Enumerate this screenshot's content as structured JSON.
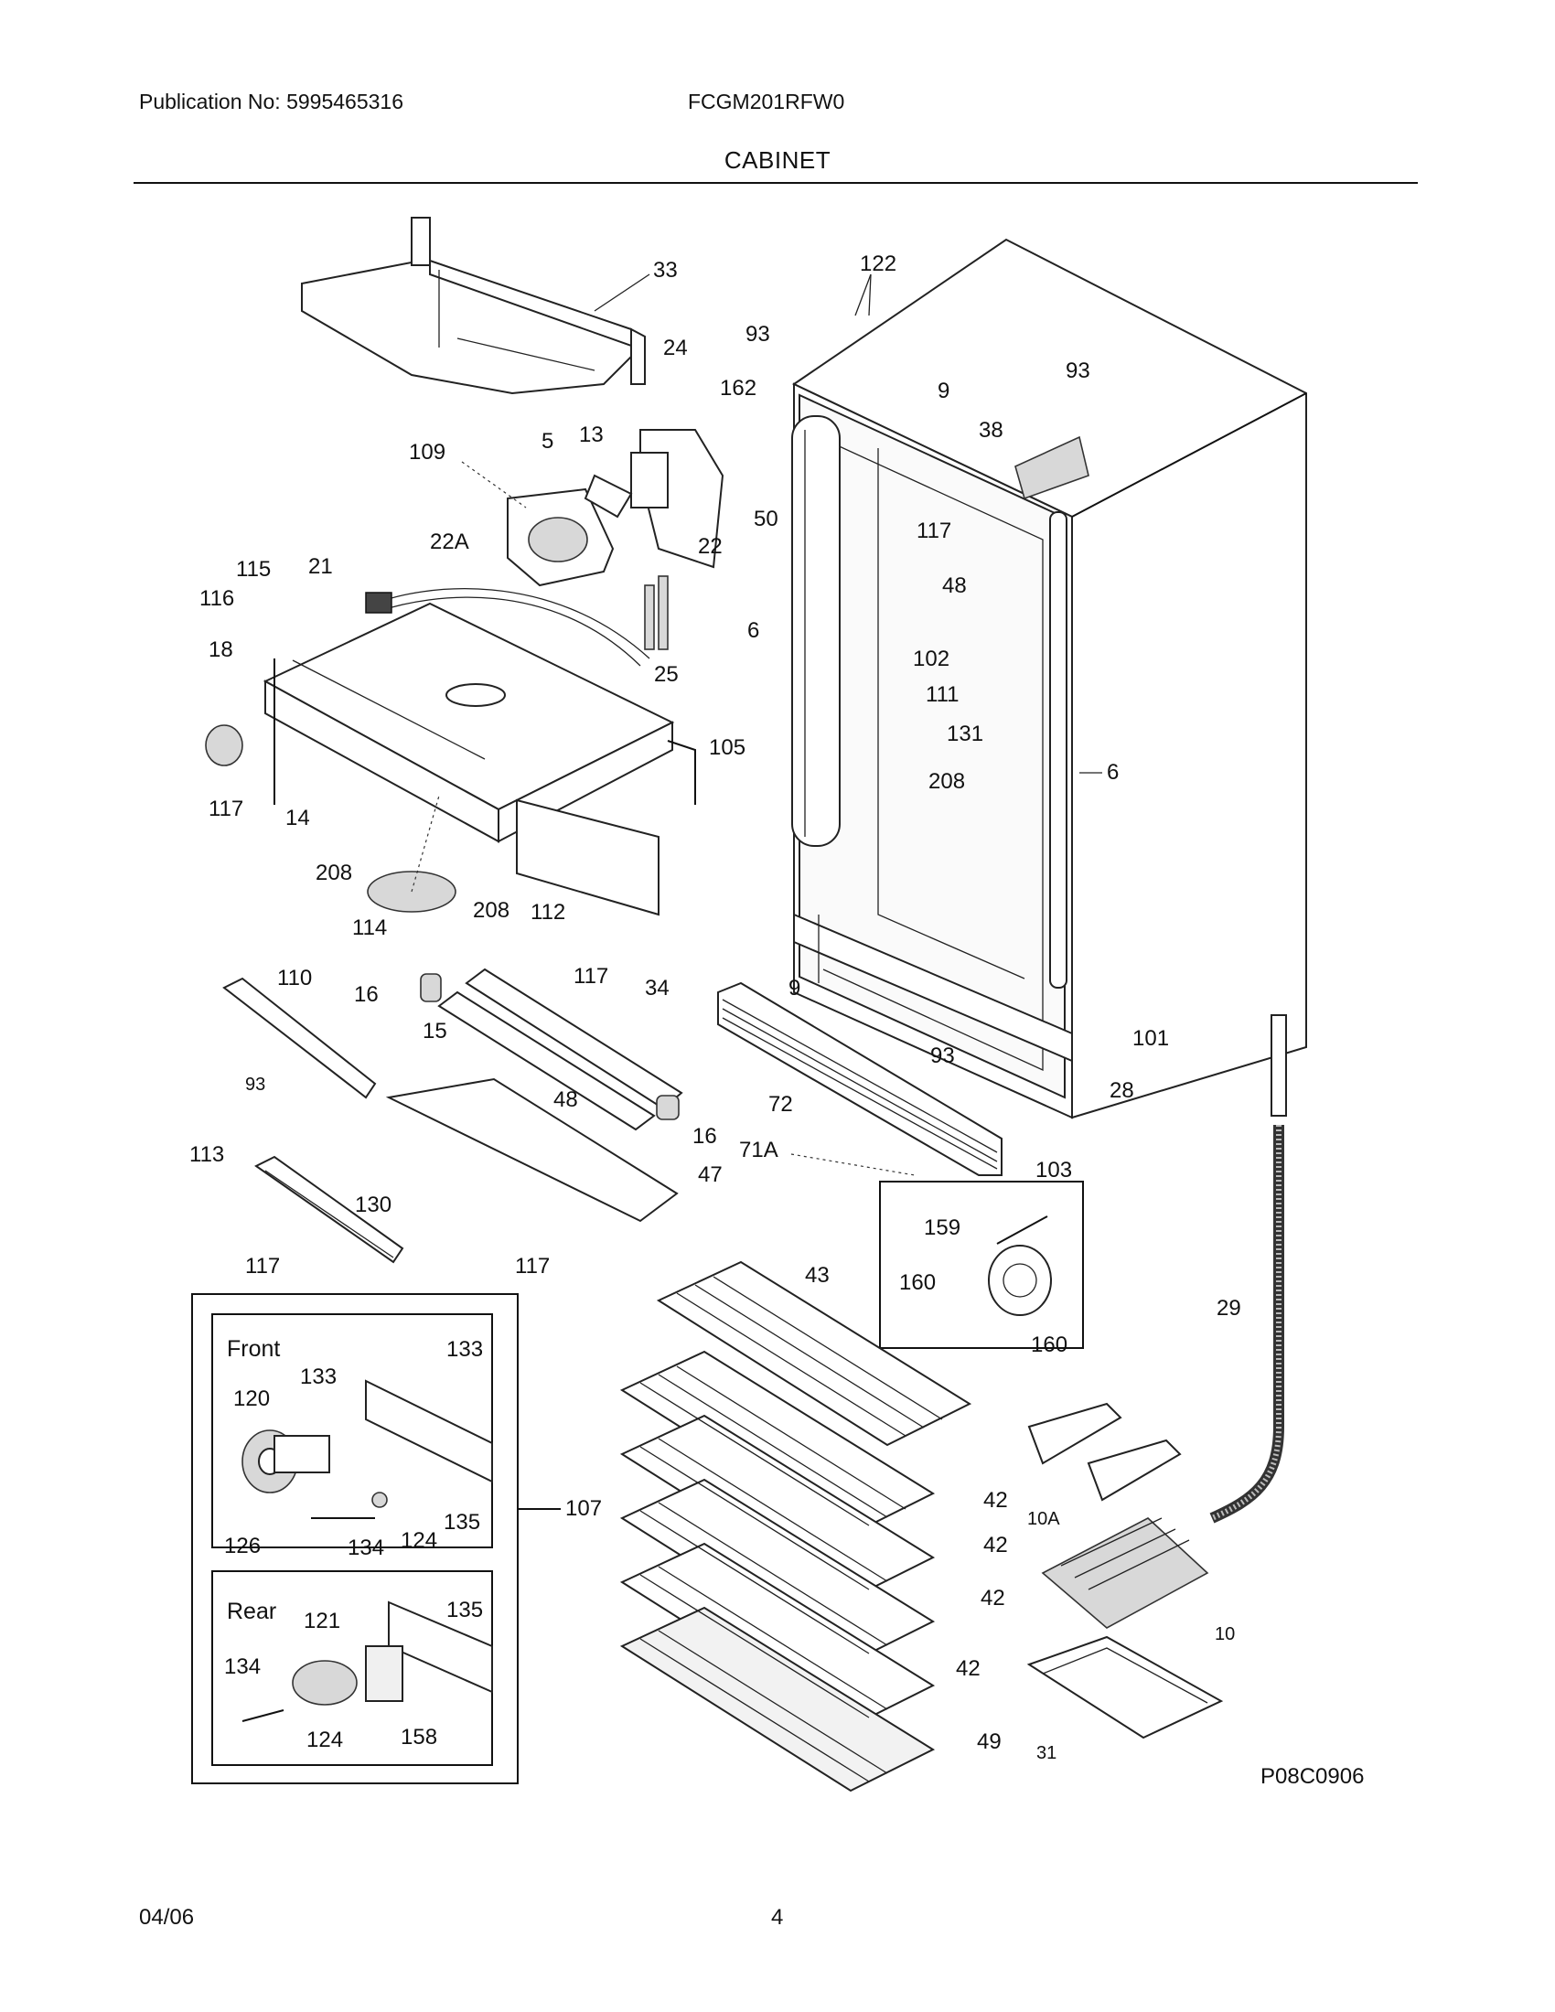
{
  "header": {
    "publication": "Publication No: 5995465316",
    "model": "FCGM201RFW0",
    "section_title": "CABINET"
  },
  "diagram_code": "P08C0906",
  "footer": {
    "date": "04/06",
    "page": "4"
  },
  "insets": {
    "front": "Front",
    "rear": "Rear"
  },
  "callouts": {
    "c33": "33",
    "c122": "122",
    "c24": "24",
    "c93a": "93",
    "c162": "162",
    "c9a": "9",
    "c93b": "93",
    "c109": "109",
    "c5": "5",
    "c13": "13",
    "c38": "38",
    "c50": "50",
    "c22a": "22A",
    "c22": "22",
    "c117a": "117",
    "c115": "115",
    "c21": "21",
    "c116": "116",
    "c48a": "48",
    "c18": "18",
    "c6a": "6",
    "c102": "102",
    "c25": "25",
    "c111": "111",
    "c131": "131",
    "c105": "105",
    "c6b": "6",
    "c208a": "208",
    "c117b": "117",
    "c14": "14",
    "c208b": "208",
    "c208c": "208",
    "c112": "112",
    "c114": "114",
    "c117c": "117",
    "c110": "110",
    "c16a": "16",
    "c34": "34",
    "c9b": "9",
    "c15": "15",
    "c101": "101",
    "c93c": "93",
    "c93d": "93",
    "c48b": "48",
    "c28": "28",
    "c72": "72",
    "c16b": "16",
    "c113": "113",
    "c71a": "71A",
    "c47": "47",
    "c103": "103",
    "c130": "130",
    "c159": "159",
    "c117d": "117",
    "c117e": "117",
    "c43": "43",
    "c160a": "160",
    "c29": "29",
    "c160b": "160",
    "c133a": "133",
    "c133b": "133",
    "c120": "120",
    "c107": "107",
    "c135a": "135",
    "c126": "126",
    "c134a": "134",
    "c124a": "124",
    "c42a": "42",
    "c10a": "10A",
    "c42b": "42",
    "c42c": "42",
    "c10": "10",
    "c135b": "135",
    "c121": "121",
    "c134b": "134",
    "c42d": "42",
    "c124b": "124",
    "c158": "158",
    "c49": "49",
    "c31": "31"
  }
}
